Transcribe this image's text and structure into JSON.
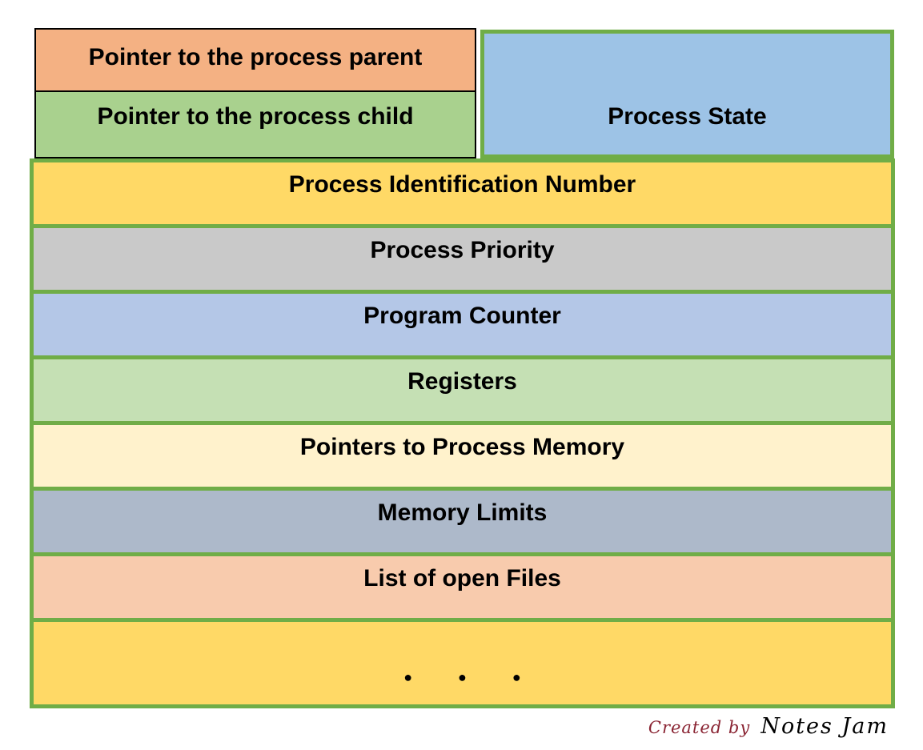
{
  "diagram": {
    "header": {
      "parent_pointer": {
        "label": "Pointer to the process parent",
        "bg": "#F4B183"
      },
      "child_pointer": {
        "label": "Pointer to the process child",
        "bg": "#A9D18E"
      },
      "process_state": {
        "label": "Process State",
        "bg": "#9DC3E6"
      }
    },
    "rows": [
      {
        "label": "Process Identification Number",
        "bg": "#FFD966"
      },
      {
        "label": "Process Priority",
        "bg": "#C9C9C9"
      },
      {
        "label": "Program Counter",
        "bg": "#B4C7E7"
      },
      {
        "label": "Registers",
        "bg": "#C5E0B4"
      },
      {
        "label": "Pointers to Process Memory",
        "bg": "#FFF2CC"
      },
      {
        "label": "Memory Limits",
        "bg": "#ADB9CA"
      },
      {
        "label": "List of open Files",
        "bg": "#F8CBAD"
      },
      {
        "label": "● ● ●",
        "bg": "#FFD966"
      }
    ],
    "colors": {
      "row_border": "#70AD47",
      "header_border": "#000000",
      "text": "#000000",
      "credit_prefix": "#8A2433",
      "credit_name": "#000000",
      "background": "#FFFFFF"
    },
    "credit": {
      "prefix": "Created by",
      "name": "Notes Jam"
    }
  }
}
